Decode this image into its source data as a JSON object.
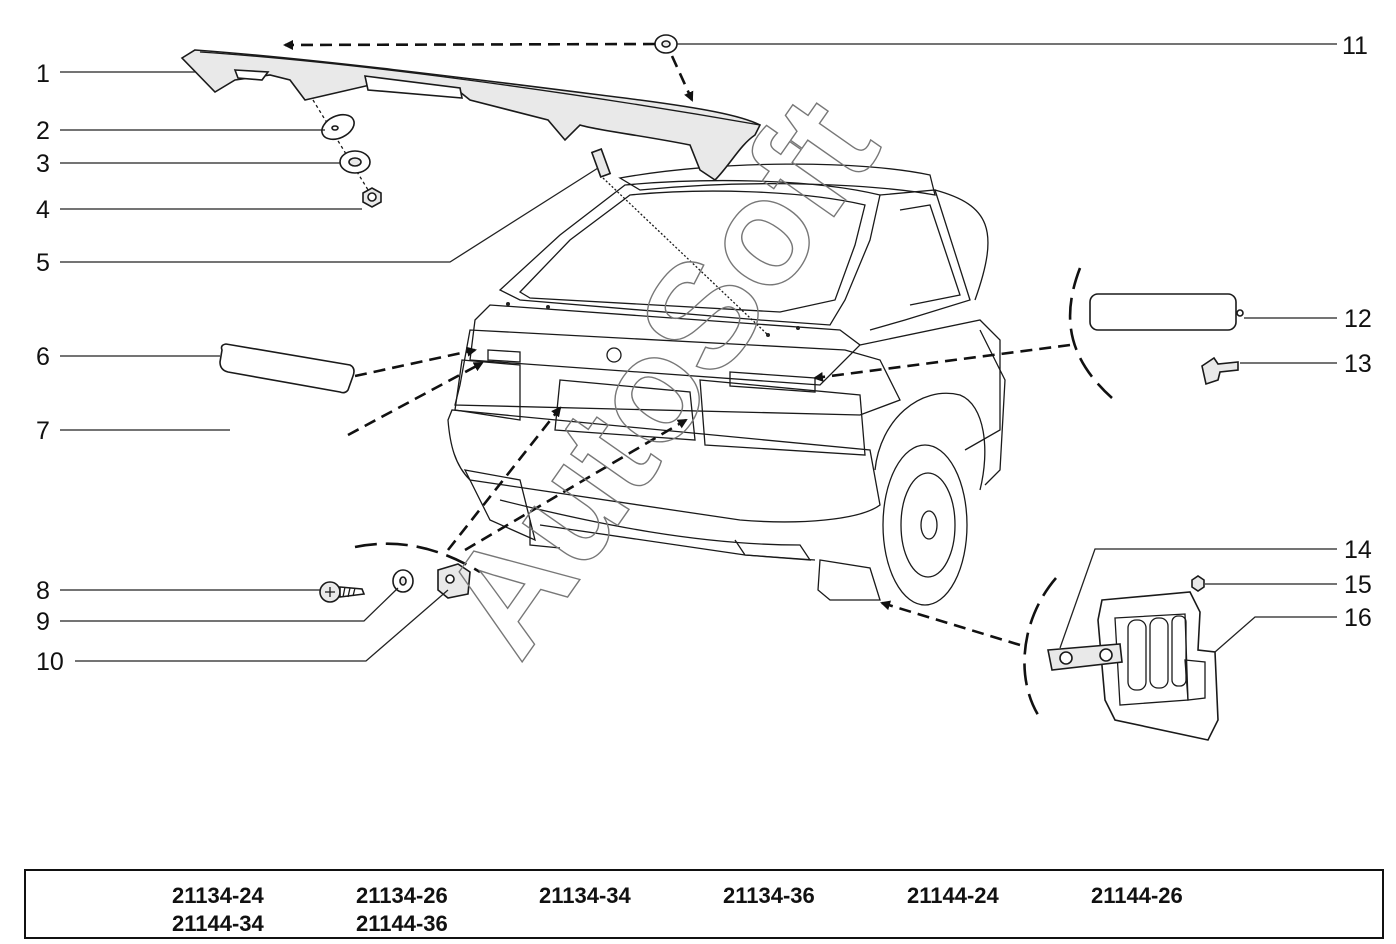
{
  "callouts": [
    "1",
    "2",
    "3",
    "4",
    "5",
    "6",
    "7",
    "8",
    "9",
    "10",
    "11",
    "12",
    "13",
    "14",
    "15",
    "16"
  ],
  "watermark": "AutoSoft",
  "models": [
    "21134-24",
    "21134-26",
    "21134-34",
    "21134-36",
    "21144-24",
    "21144-26",
    "21144-34",
    "21144-36"
  ]
}
